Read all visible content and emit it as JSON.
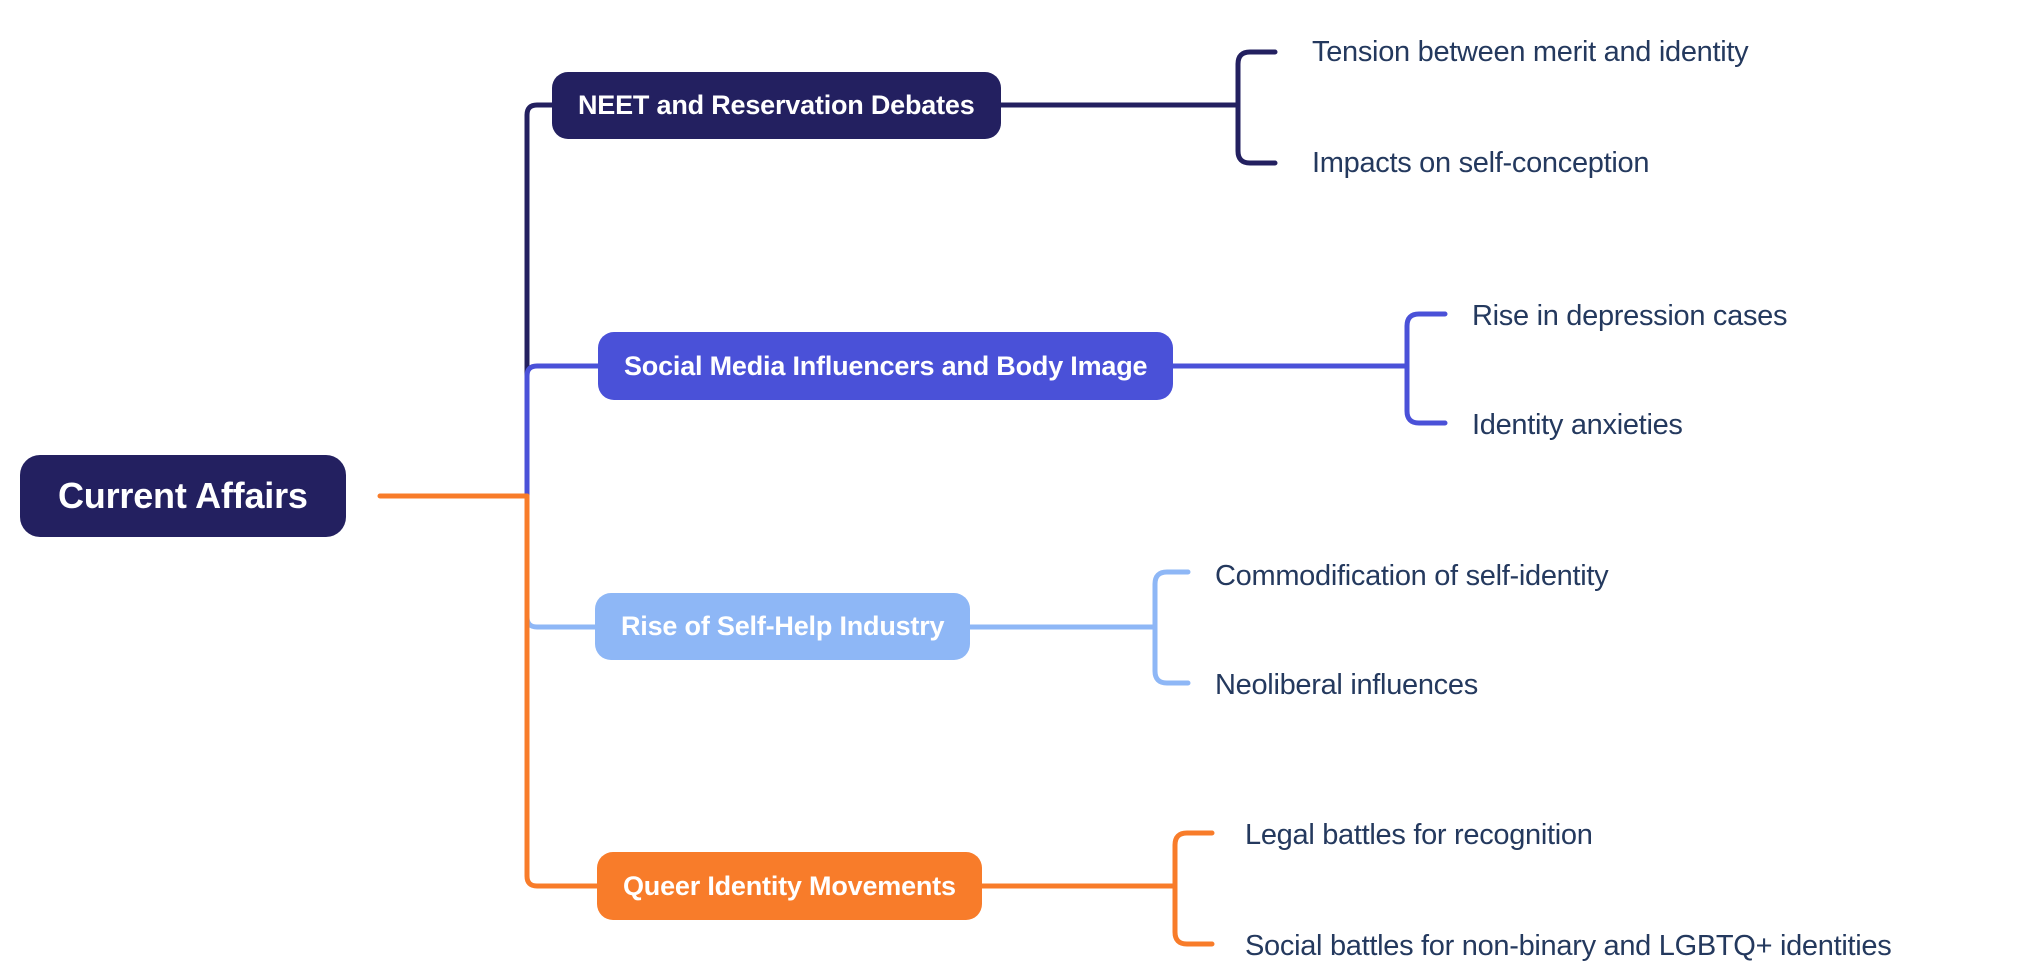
{
  "root": {
    "label": "Current Affairs",
    "color": "#232060"
  },
  "branches": [
    {
      "label": "NEET and Reservation Debates",
      "color": "#232060",
      "children": [
        "Tension between merit and identity",
        "Impacts on self-conception"
      ]
    },
    {
      "label": "Social Media Influencers and Body Image",
      "color": "#4A51D8",
      "children": [
        "Rise in depression cases",
        "Identity anxieties"
      ]
    },
    {
      "label": "Rise of Self-Help Industry",
      "color": "#8EB7F6",
      "children": [
        "Commodification of self-identity",
        "Neoliberal influences"
      ]
    },
    {
      "label": "Queer Identity Movements",
      "color": "#F87C2A",
      "children": [
        "Legal battles for recognition",
        "Social battles for non-binary and LGBTQ+ identities"
      ]
    }
  ],
  "colors": {
    "root_connector": "#F87C2A",
    "child_text": "#24395E",
    "node_text": "#FFFFFF",
    "background": "#FFFFFF"
  }
}
